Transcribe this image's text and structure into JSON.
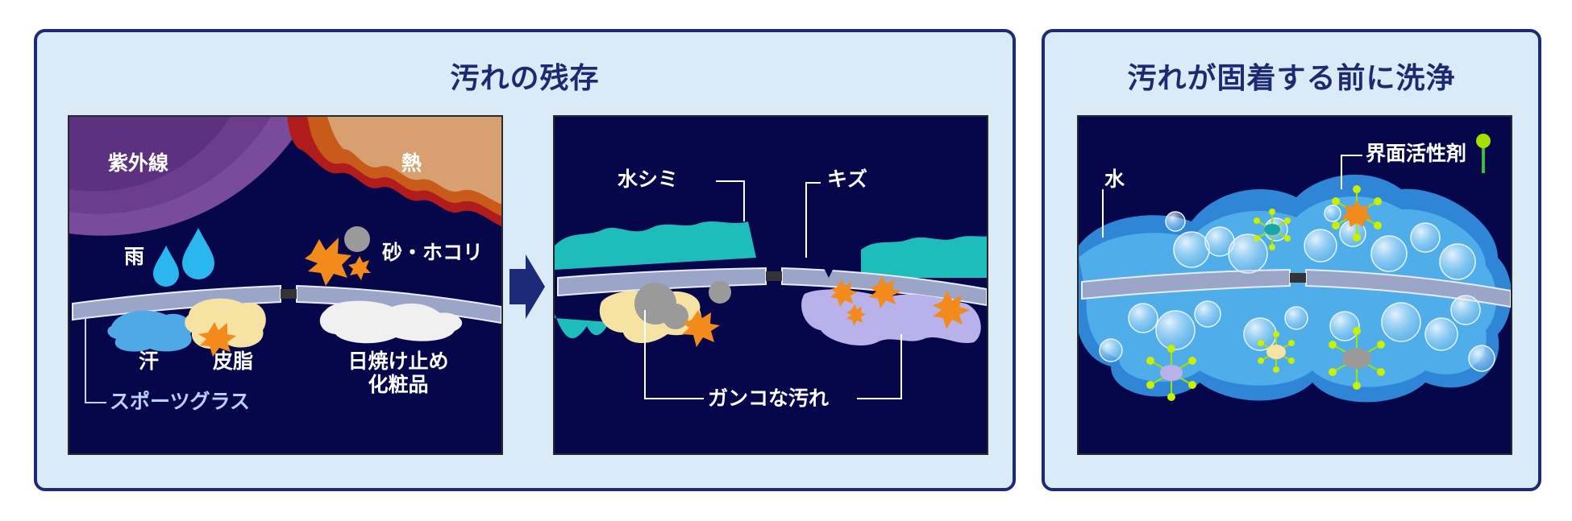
{
  "sections": {
    "residual": {
      "title": "汚れの残存",
      "panel1": {
        "uv": "紫外線",
        "heat": "熱",
        "rain": "雨",
        "sand_dust": "砂・ホコリ",
        "sweat": "汗",
        "sebum": "皮脂",
        "sunscreen_cosmetics": "日焼け止め\n化粧品",
        "sports_glass": "スポーツグラス"
      },
      "panel2": {
        "water_spot": "水シミ",
        "scratch": "キズ",
        "stubborn_dirt": "ガンコな汚れ"
      }
    },
    "wash": {
      "title": "汚れが固着する前に洗浄",
      "panel3": {
        "water": "水",
        "surfactant": "界面活性剤"
      }
    }
  },
  "colors": {
    "border": "#1d2a78",
    "section_bg": "#daeaf7",
    "panel_bg": "#06074a",
    "title": "#1c2a72",
    "water_spot": "#22c3c3",
    "dirt_orange": "#f28a1c",
    "surfactant_green": "#a6e000"
  },
  "icons": [
    "arrow-right-icon",
    "raindrop-icon",
    "surfactant-icon"
  ]
}
